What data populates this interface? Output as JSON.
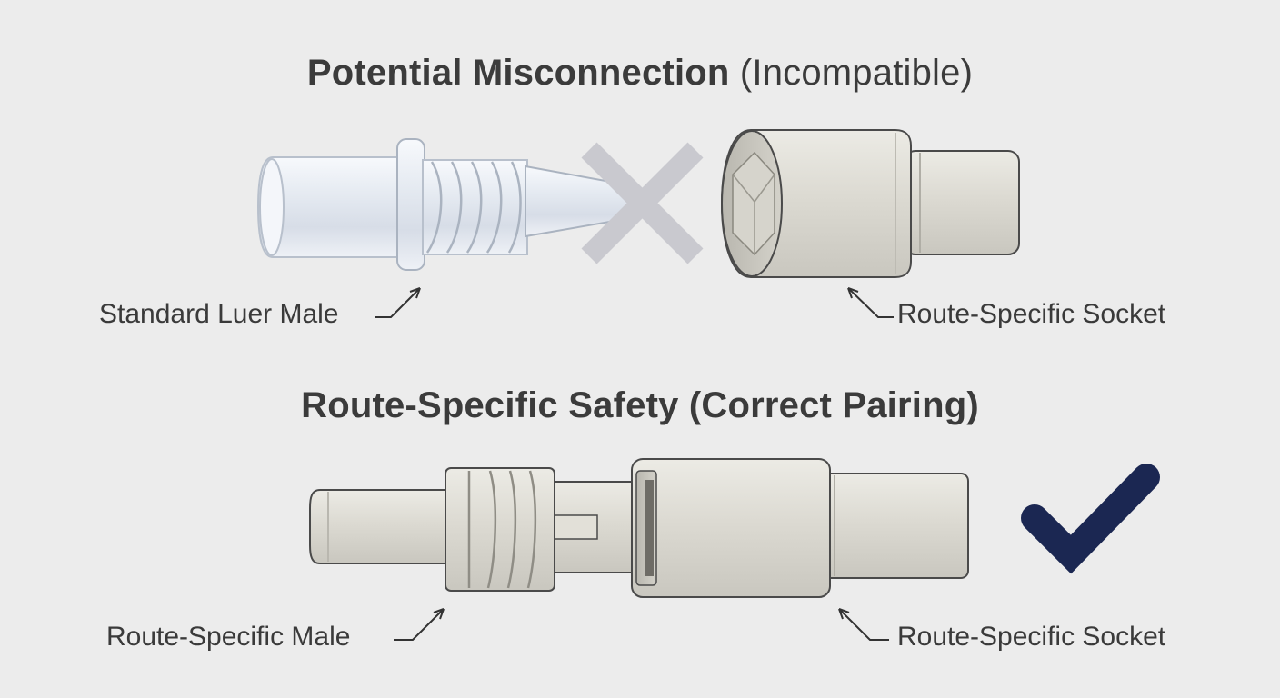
{
  "sections": {
    "misconnection": {
      "title_strong": "Potential Misconnection",
      "title_light": "(Incompatible)",
      "left_label": "Standard Luer Male",
      "right_label": "Route-Specific Socket",
      "status_icon": "x-mark-icon"
    },
    "safe": {
      "title": "Route-Specific Safety (Correct Pairing)",
      "left_label": "Route-Specific Male",
      "right_label": "Route-Specific Socket",
      "status_icon": "check-mark-icon"
    }
  },
  "colors": {
    "background": "#ececec",
    "text": "#3a3a3a",
    "luer_plastic": "#e4e9f1",
    "socket_body": "#dddbd3",
    "x_mark": "#c9c9cf",
    "check_mark": "#1b2752"
  }
}
